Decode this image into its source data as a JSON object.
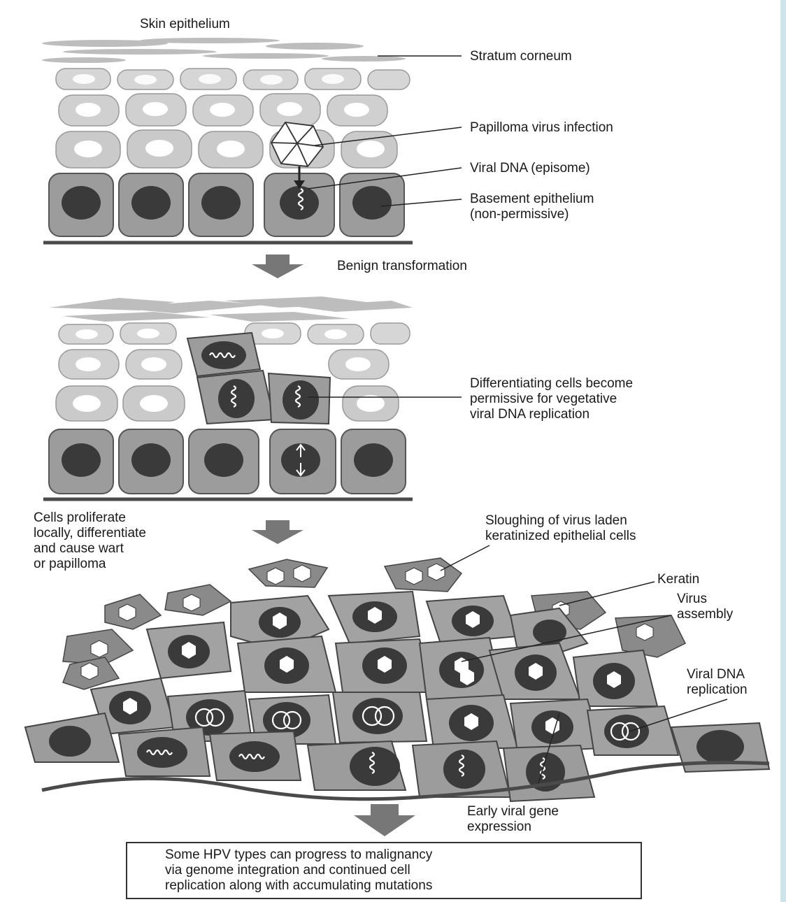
{
  "labels": {
    "skin_epithelium": "Skin epithelium",
    "stratum_corneum": "Stratum corneum",
    "papilloma_infection": "Papilloma virus infection",
    "viral_dna_episome": "Viral DNA (episome)",
    "basement_epithelium": "Basement epithelium\n(non-permissive)",
    "benign_transformation": "Benign transformation",
    "differentiating_cells": "Differentiating cells become\npermissive for vegetative\nviral DNA replication",
    "cells_proliferate": "Cells proliferate\nlocally, differentiate\nand cause wart\nor papilloma",
    "sloughing": "Sloughing of virus laden\nkeratinized epithelial cells",
    "keratin": "Keratin",
    "virus_assembly": "Virus\nassembly",
    "viral_dna_replication": "Viral DNA\nreplication",
    "early_viral_gene": "Early viral gene\nexpression",
    "malignancy_note": "Some HPV types can progress to malignancy\nvia genome integration and continued cell\nreplication along with accumulating mutations"
  },
  "colors": {
    "cell_light": "#d8d8d8",
    "cell_mid": "#9c9c9c",
    "cell_dark": "#8a8a8a",
    "nucleus": "#3a3a3a",
    "membrane": "#4a4a4a",
    "arrow": "#777777",
    "background_text_ghost": "#c8c8c8"
  }
}
